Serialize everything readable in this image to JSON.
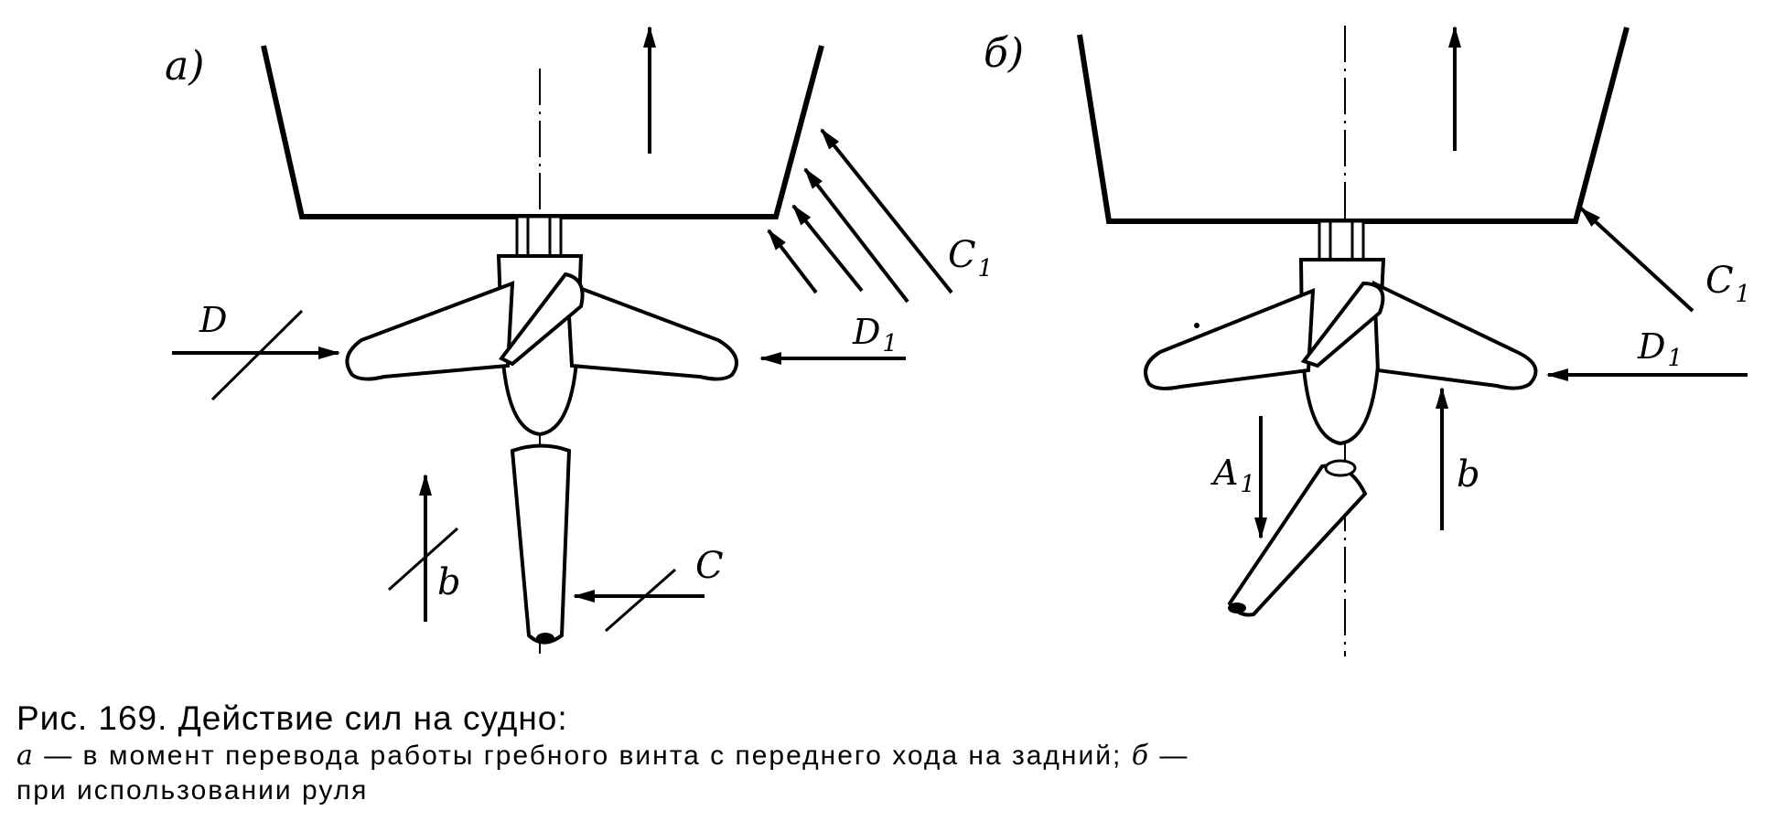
{
  "labels": {
    "panel_a": "а)",
    "panel_b": "б)",
    "a_D": "D",
    "a_D1": "D",
    "a_D1_sub": "1",
    "a_C1": "C",
    "a_C1_sub": "1",
    "a_b": "b",
    "a_C": "C",
    "b_C1": "C",
    "b_C1_sub": "1",
    "b_D1": "D",
    "b_D1_sub": "1",
    "b_A1": "A",
    "b_A1_sub": "1",
    "b_b": "b"
  },
  "caption": {
    "title": "Рис. 169. Действие сил на судно:",
    "line1_letter_a": "а",
    "line1_text": " — в момент перевода работы гребного винта с переднего хода на задний; ",
    "line1_letter_b": "б",
    "line1_dash": " —",
    "line2": "при использовании руля"
  }
}
